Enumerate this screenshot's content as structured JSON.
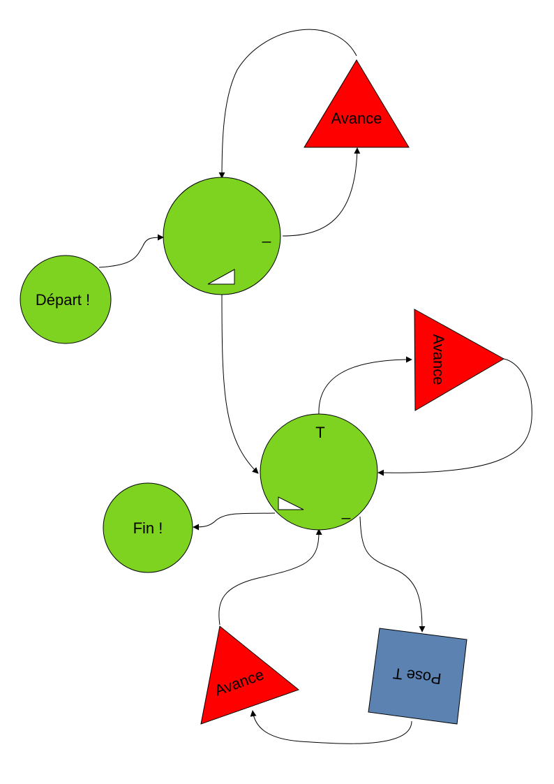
{
  "colors": {
    "state": "#7ed321",
    "action_triangle": "#ff0000",
    "action_square": "#5b82b0",
    "edge": "#000000",
    "background": "#ffffff"
  },
  "nodes": {
    "depart": {
      "label": "Départ !"
    },
    "state1": {
      "mark": "_"
    },
    "avance1": {
      "label": "Avance"
    },
    "state2": {
      "mark_top": "T",
      "mark": "_"
    },
    "avance2": {
      "label": "Avance"
    },
    "fin": {
      "label": "Fin !"
    },
    "avance3": {
      "label": "Avance"
    },
    "pose": {
      "label": "Pose T"
    }
  }
}
